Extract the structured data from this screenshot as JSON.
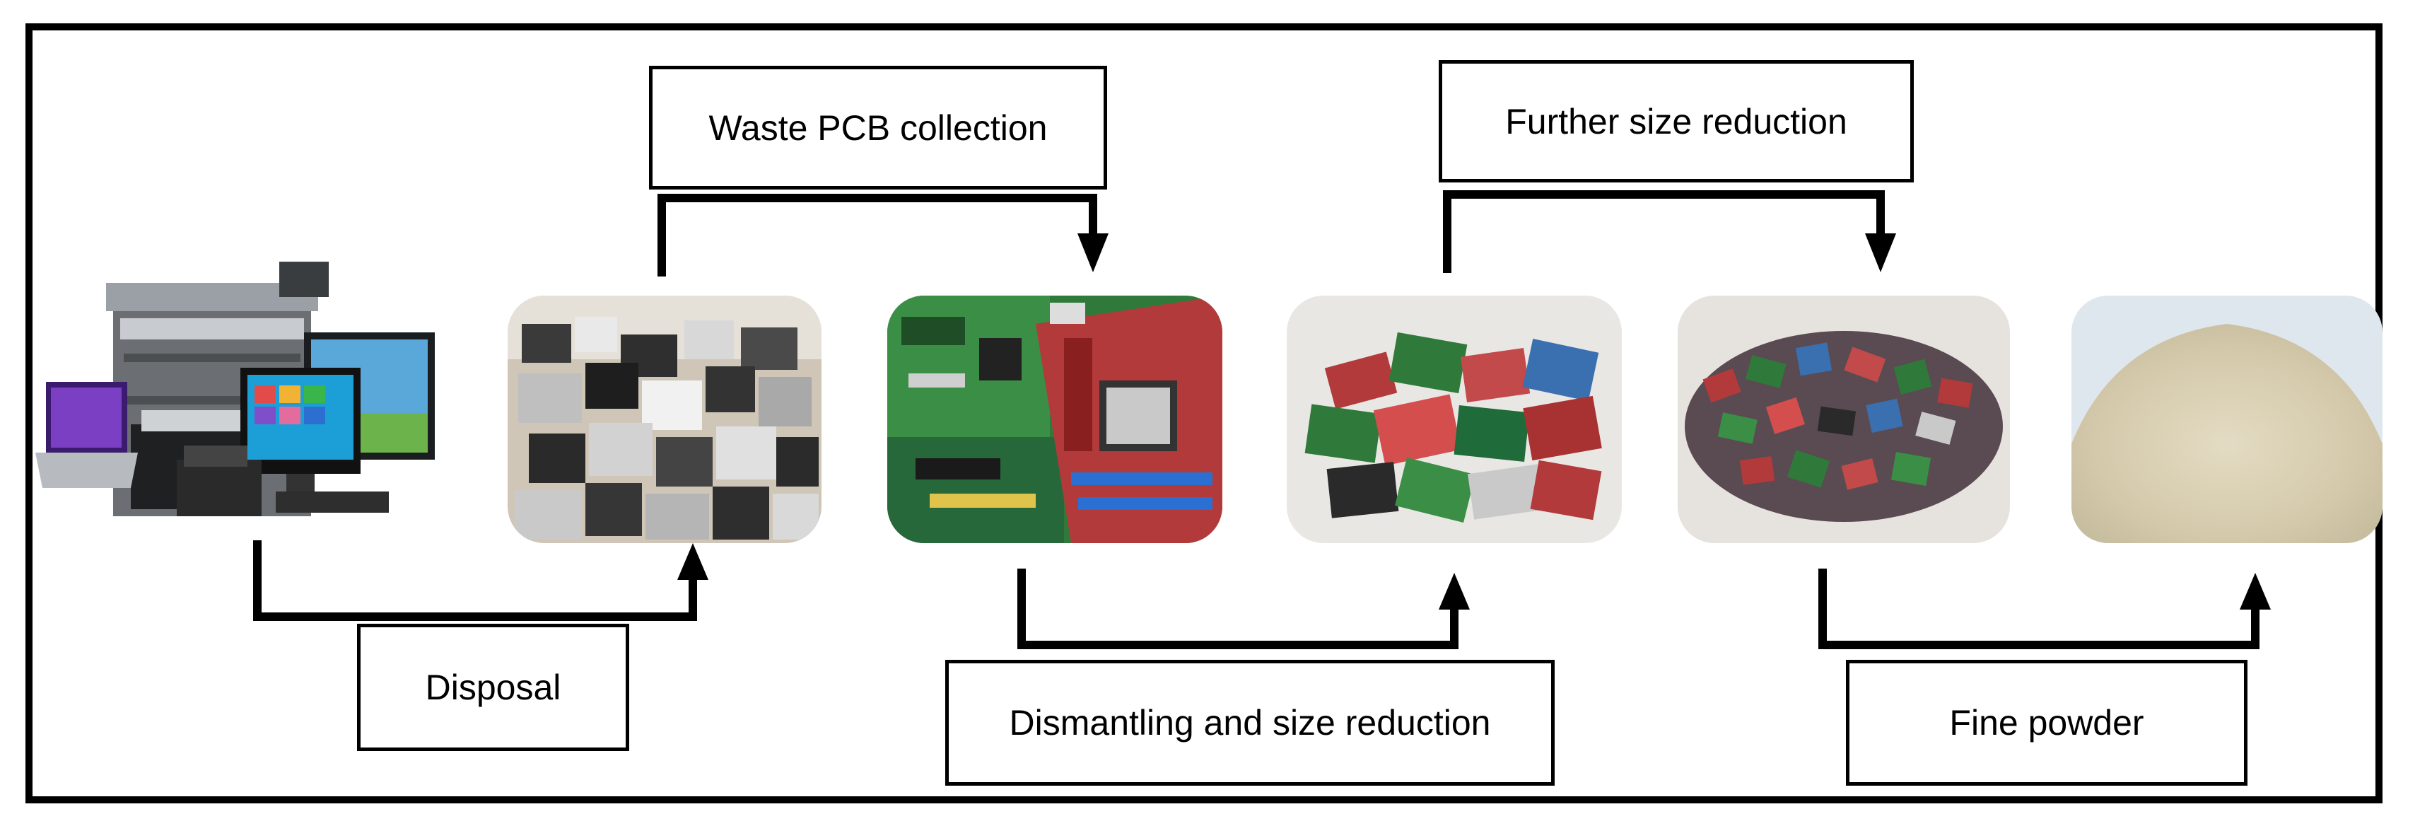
{
  "labels": {
    "waste_pcb_collection": "Waste PCB collection",
    "further_size_reduction": "Further size reduction",
    "disposal": "Disposal",
    "dismantling": "Dismantling and size reduction",
    "fine_powder": "Fine powder"
  },
  "stages": [
    {
      "id": "electronics",
      "icon": "electronic-devices"
    },
    {
      "id": "e-waste-pile",
      "icon": "e-waste-pile"
    },
    {
      "id": "circuit-boards",
      "icon": "printed-circuit-boards"
    },
    {
      "id": "pcb-pieces",
      "icon": "pcb-pieces"
    },
    {
      "id": "pcb-fragments",
      "icon": "pcb-fragments"
    },
    {
      "id": "powder",
      "icon": "fine-powder"
    }
  ],
  "colors": {
    "line": "#000000",
    "board_green": "#2f7a3a",
    "board_red": "#b23a3a",
    "powder": "#d9cfb4"
  }
}
